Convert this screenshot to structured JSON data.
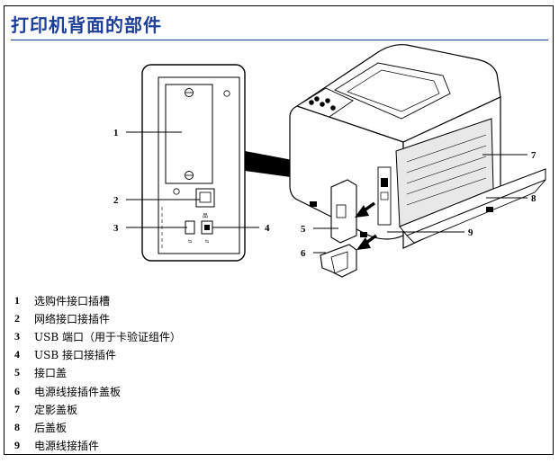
{
  "page": {
    "title": "打印机背面的部件",
    "accent_color": "#1d3f9a"
  },
  "illustration": {
    "callouts": [
      "1",
      "2",
      "3",
      "4",
      "5",
      "6",
      "7",
      "8",
      "9"
    ]
  },
  "legend": [
    {
      "num": "1",
      "text": "选购件接口插槽"
    },
    {
      "num": "2",
      "text": "网络接口接插件"
    },
    {
      "num": "3",
      "text": "USB 端口（用于卡验证组件）"
    },
    {
      "num": "4",
      "text": "USB 接口接插件"
    },
    {
      "num": "5",
      "text": "接口盖"
    },
    {
      "num": "6",
      "text": "电源线接插件盖板"
    },
    {
      "num": "7",
      "text": "定影盖板"
    },
    {
      "num": "8",
      "text": "后盖板"
    },
    {
      "num": "9",
      "text": "电源线接插件"
    }
  ]
}
